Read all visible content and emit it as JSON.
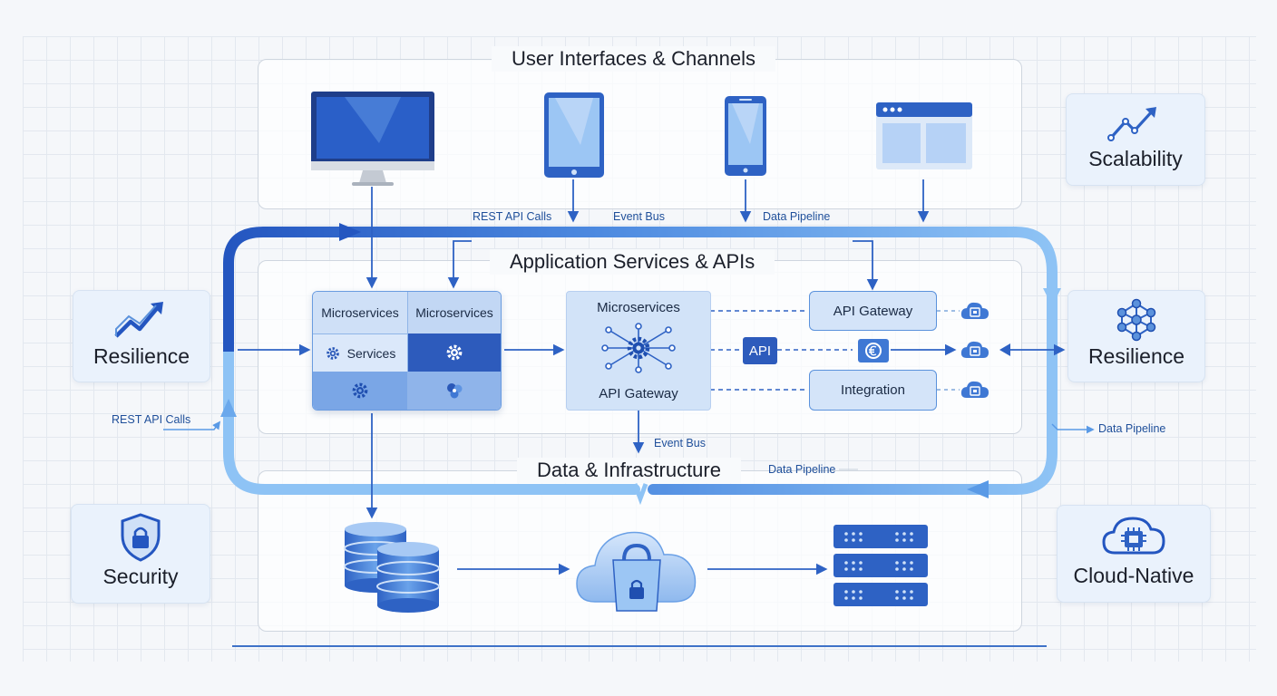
{
  "layers": {
    "ui": {
      "title": "User Interfaces & Channels"
    },
    "app": {
      "title": "Application Services & APIs"
    },
    "data": {
      "title": "Data & Infrastructure"
    }
  },
  "flow_labels": {
    "rest_top": "REST API Calls",
    "event_bus_top": "Event Bus",
    "pipeline_top": "Data Pipeline",
    "rest_left": "REST API Calls",
    "event_bus_mid": "Event Bus",
    "pipeline_mid": "Data Pipeline",
    "pipeline_right": "Data Pipeline"
  },
  "service_grid": {
    "cell1": "Microservices",
    "cell2": "Microservices",
    "cell3": "Services"
  },
  "hub": {
    "top_label": "Microservices",
    "bottom_label": "API Gateway"
  },
  "api_badge": "API",
  "right_boxes": {
    "gateway": "API Gateway",
    "integration": "Integration"
  },
  "side_cards": {
    "scalability": "Scalability",
    "resilience_left": "Resilience",
    "resilience_right": "Resilience",
    "security": "Security",
    "cloud_native": "Cloud-Native"
  },
  "colors": {
    "primary": "#2e62c4",
    "light": "#7db3f0",
    "dark_blue": "#1f4fb0"
  }
}
